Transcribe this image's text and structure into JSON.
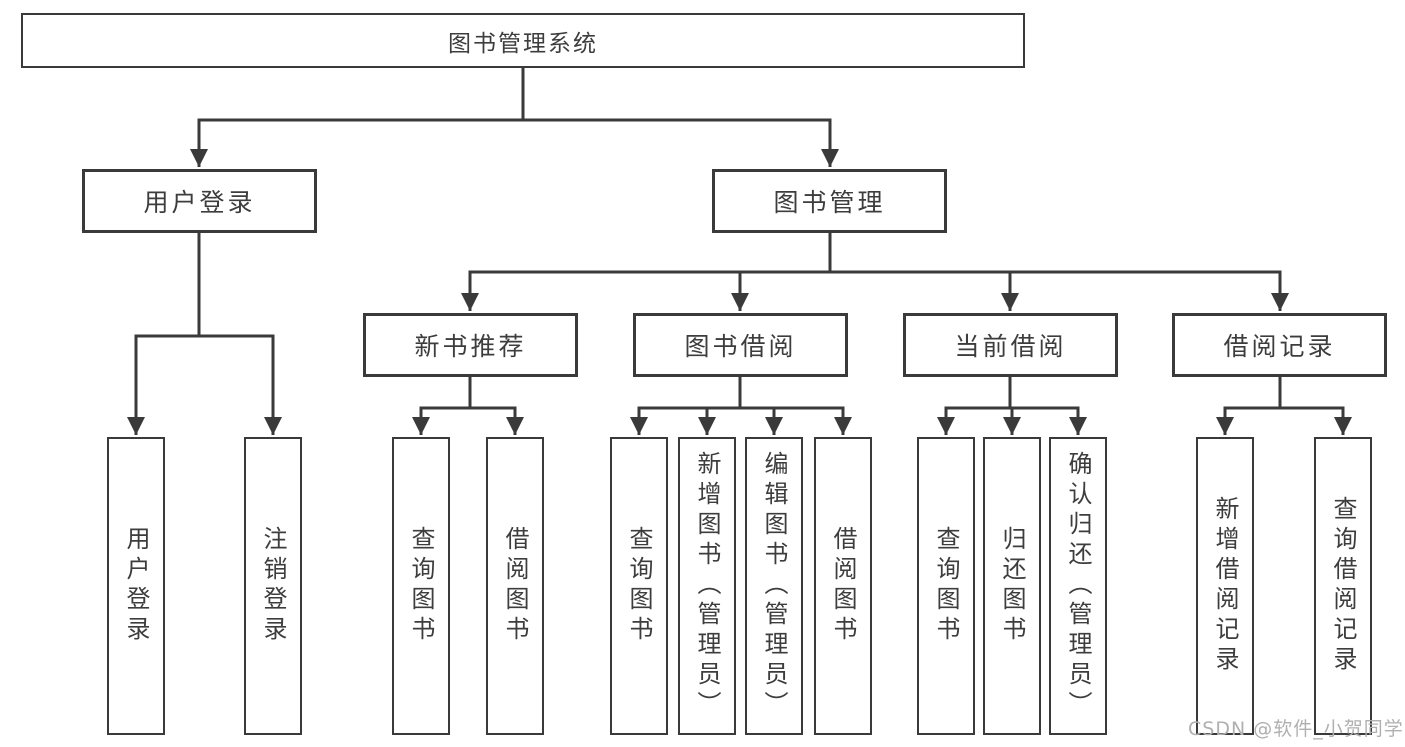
{
  "diagram": {
    "type": "hierarchy-tree",
    "orientation": "top-down",
    "nodes": {
      "root": "图书管理系统",
      "branches": [
        {
          "label": "用户登录",
          "children": [
            "用户登录",
            "注销登录"
          ]
        },
        {
          "label": "图书管理",
          "groups": [
            {
              "label": "新书推荐",
              "children": [
                "查询图书",
                "借阅图书"
              ]
            },
            {
              "label": "图书借阅",
              "children": [
                "查询图书",
                "新增图书（管理员）",
                "编辑图书（管理员）",
                "借阅图书"
              ]
            },
            {
              "label": "当前借阅",
              "children": [
                "查询图书",
                "归还图书",
                "确认归还（管理员）"
              ]
            },
            {
              "label": "借阅记录",
              "children": [
                "新增借阅记录",
                "查询借阅记录"
              ]
            }
          ]
        }
      ]
    },
    "colors": {
      "background": "#ffffff",
      "box_fill": "#ffffff",
      "box_border": "#3a3a3a",
      "line": "#3a3a3a",
      "text": "#3d3d3d",
      "watermark_text": "#b0b0b0"
    }
  },
  "watermark": "CSDN @软件_小贺同学"
}
